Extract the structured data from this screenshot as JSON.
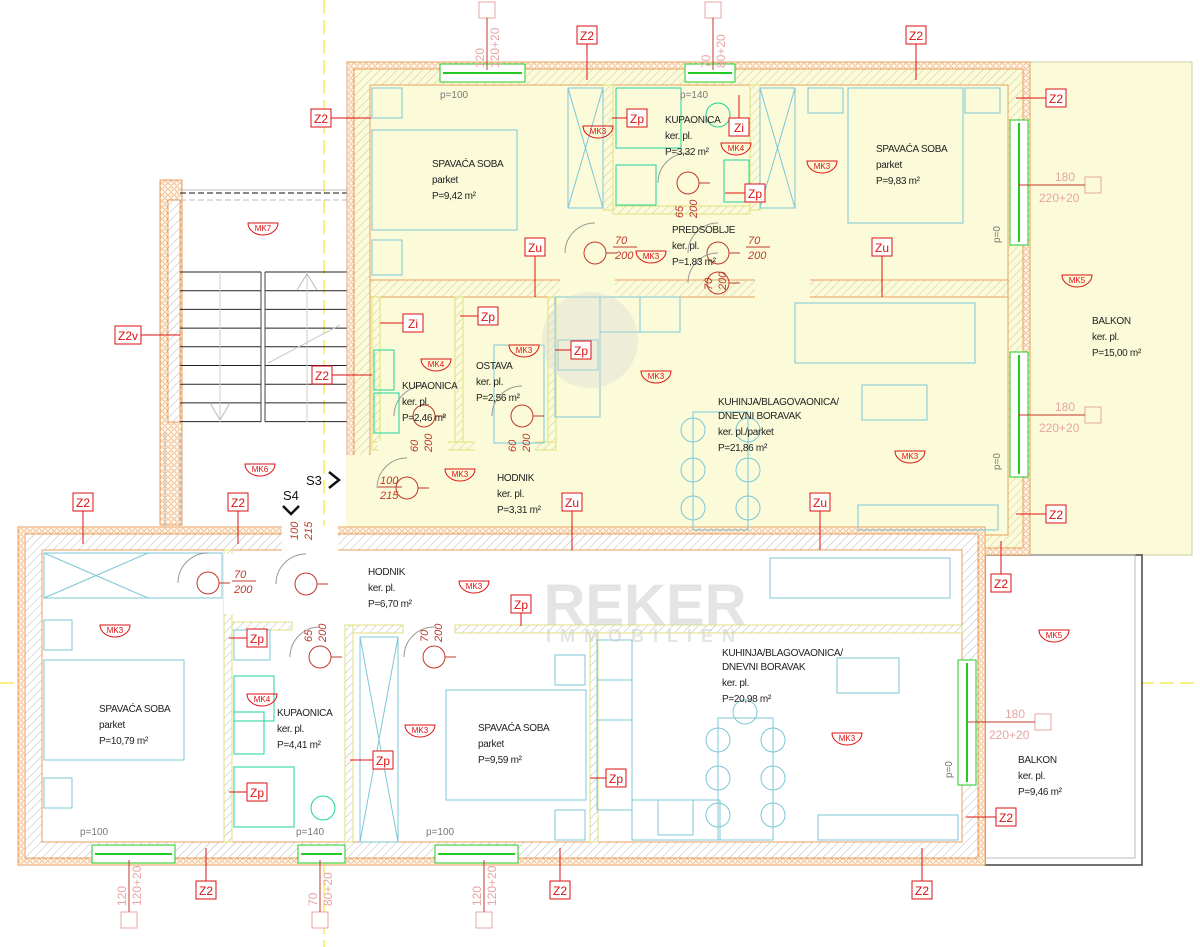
{
  "upper_apartment": {
    "rooms": [
      {
        "name": "SPAVAĆA SOBA",
        "floor": "parket",
        "area": "P=9,42 m²"
      },
      {
        "name": "KUPAONICA",
        "floor": "ker. pl.",
        "area": "P=3,32 m²"
      },
      {
        "name": "SPAVAĆA SOBA",
        "floor": "parket",
        "area": "P=9,83 m²"
      },
      {
        "name": "PREDSOBLJE",
        "floor": "ker. pl.",
        "area": "P=1,83 m²"
      },
      {
        "name": "KUPAONICA",
        "floor": "ker. pl.",
        "area": "P=2,46 m²"
      },
      {
        "name": "OSTAVA",
        "floor": "ker. pl.",
        "area": "P=2,56 m²"
      },
      {
        "name": "HODNIK",
        "floor": "ker. pl.",
        "area": "P=3,31 m²"
      },
      {
        "name": "KUHINJA/BLAGOVAONICA/",
        "name2": "DNEVNI BORAVAK",
        "floor": "ker. pl./parket",
        "area": "P=21,86 m²"
      },
      {
        "name": "BALKON",
        "floor": "ker. pl.",
        "area": "P=15,00 m²"
      }
    ]
  },
  "lower_apartment": {
    "rooms": [
      {
        "name": "SPAVAĆA SOBA",
        "floor": "parket",
        "area": "P=10,79 m²"
      },
      {
        "name": "HODNIK",
        "floor": "ker. pl.",
        "area": "P=6,70 m²"
      },
      {
        "name": "KUPAONICA",
        "floor": "ker. pl.",
        "area": "P=4,41 m²"
      },
      {
        "name": "SPAVAĆA SOBA",
        "floor": "parket",
        "area": "P=9,59 m²"
      },
      {
        "name": "KUHINJA/BLAGOVAONICA/",
        "name2": "DNEVNI BORAVAK",
        "floor": "ker. pl.",
        "area": "P=20,98 m²"
      },
      {
        "name": "BALKON",
        "floor": "ker. pl.",
        "area": "P=9,46 m²"
      }
    ]
  },
  "tags": {
    "z2": "Z2",
    "zu": "Zu",
    "zp": "Zp",
    "zi": "Zi",
    "z2v": "Z2v"
  },
  "markers": {
    "mk3": "MK3",
    "mk4": "MK4",
    "mk5": "MK5",
    "mk6": "MK6",
    "mk7": "MK7"
  },
  "door_dims": {
    "w60": "60",
    "w65": "65",
    "w70": "70",
    "w100": "100",
    "h200": "200",
    "h215": "215"
  },
  "window_dims": {
    "w70": "70",
    "w120": "120",
    "w180": "180",
    "h80": "80+20",
    "h120": "120+20",
    "h220": "220+20"
  },
  "parapets": {
    "p0": "p=0",
    "p100": "p=100",
    "p140": "p=140"
  },
  "sections": {
    "s3": "S3",
    "s4": "S4"
  },
  "watermark": {
    "line1": "REKER",
    "line2": "IMMOBILIEN"
  },
  "colors": {
    "upper_fill": "#fbfbd9",
    "wall": "#e8a060",
    "tag": "#dd1111",
    "furniture": "#7cc7d6",
    "sanitary": "#1fd39a",
    "window": "#22cc22",
    "axis": "#f2e300"
  }
}
